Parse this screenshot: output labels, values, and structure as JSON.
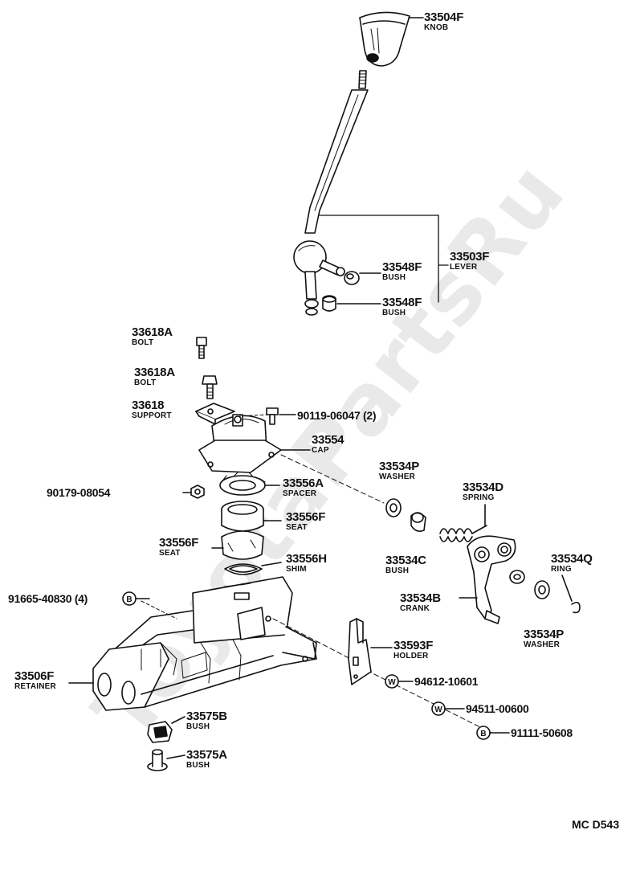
{
  "watermark": "ToyotaPartsRu",
  "diagram_code": "MC D543",
  "labels": {
    "knob": {
      "part": "33504F",
      "name": "KNOB"
    },
    "lever": {
      "part": "33503F",
      "name": "LEVER"
    },
    "bush_upper": {
      "part": "33548F",
      "name": "BUSH"
    },
    "bush_lower": {
      "part": "33548F",
      "name": "BUSH"
    },
    "bolt_1": {
      "part": "33618A",
      "name": "BOLT"
    },
    "bolt_2": {
      "part": "33618A",
      "name": "BOLT"
    },
    "support": {
      "part": "33618",
      "name": "SUPPORT"
    },
    "bolt_std": {
      "part": "90119-06047 (2)"
    },
    "cap": {
      "part": "33554",
      "name": "CAP"
    },
    "nut": {
      "part": "90179-08054"
    },
    "spacer": {
      "part": "33556A",
      "name": "SPACER"
    },
    "seat_1": {
      "part": "33556F",
      "name": "SEAT"
    },
    "seat_2": {
      "part": "33556F",
      "name": "SEAT"
    },
    "shim": {
      "part": "33556H",
      "name": "SHIM"
    },
    "washer_1": {
      "part": "33534P",
      "name": "WASHER"
    },
    "spring": {
      "part": "33534D",
      "name": "SPRING"
    },
    "bush_c": {
      "part": "33534C",
      "name": "BUSH"
    },
    "ring": {
      "part": "33534Q",
      "name": "RING"
    },
    "crank": {
      "part": "33534B",
      "name": "CRANK"
    },
    "washer_2": {
      "part": "33534P",
      "name": "WASHER"
    },
    "bolt_b": {
      "part": "91665-40830 (4)",
      "symbol": "B"
    },
    "retainer": {
      "part": "33506F",
      "name": "RETAINER"
    },
    "holder": {
      "part": "33593F",
      "name": "HOLDER"
    },
    "washer_w1": {
      "part": "94612-10601",
      "symbol": "W"
    },
    "washer_w2": {
      "part": "94511-00600",
      "symbol": "W"
    },
    "bolt_b2": {
      "part": "91111-50608",
      "symbol": "B"
    },
    "bush_575b": {
      "part": "33575B",
      "name": "BUSH"
    },
    "bush_575a": {
      "part": "33575A",
      "name": "BUSH"
    }
  }
}
